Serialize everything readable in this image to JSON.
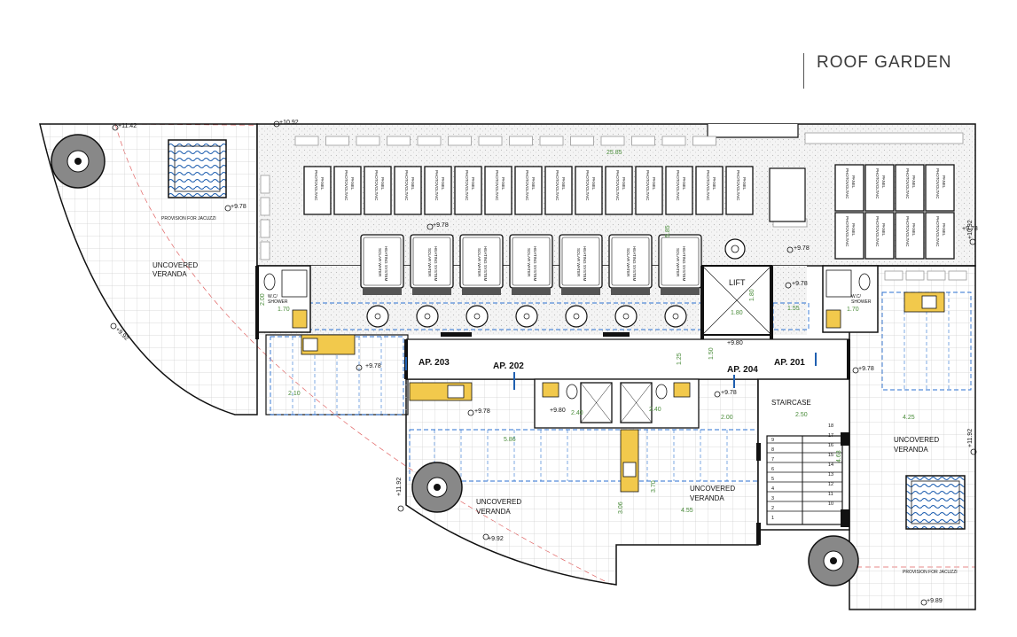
{
  "title": "ROOF GARDEN",
  "levels": {
    "l1": "+11.42",
    "l2": "+10.92",
    "l3": "+9.78",
    "l4": "+9.78",
    "l5": "+9.78",
    "l6": "+9.78",
    "l7": "+9.78",
    "l8": "+9.78",
    "l9": "+9.78",
    "l10": "+9.78",
    "l11": "+9.80",
    "l12": "+9.80",
    "l13": "+9.78",
    "l14": "+9.92",
    "l15": "+10.92",
    "l16": "+11.92",
    "l17": "+11.92",
    "l18": "+9.89",
    "l19": "+9.92",
    "l20": "+9.78"
  },
  "rooms": {
    "uv_left": [
      "UNCOVERED",
      "VERANDA"
    ],
    "uv_mid_left": [
      "UNCOVERED",
      "VERANDA"
    ],
    "uv_mid_right": [
      "UNCOVERED",
      "VERANDA"
    ],
    "uv_right": [
      "UNCOVERED",
      "VERANDA"
    ],
    "lift": "LIFT",
    "staircase": "STAIRCASE",
    "ap203": "AP. 203",
    "ap202": "AP. 202",
    "ap204": "AP. 204",
    "ap201": "AP. 201",
    "wc": "W.C/",
    "shower": "SHOWER",
    "jacuzzi": "PROVISION FOR JACUZZI",
    "pv": [
      "PHOTOVOLTAIC",
      "PANEL"
    ],
    "sw": [
      "SOLAR WATER",
      "HEATING SYSTEM"
    ]
  },
  "dims": {
    "d1": "25.85",
    "d2": "5.85",
    "d3": "1.80",
    "d4": "1.80",
    "d5": "1.55",
    "d6": "1.70",
    "d7": "1.70",
    "d8": "2.00",
    "d9": "1.25",
    "d10": "1.50",
    "d11": "2.10",
    "d12": "2.40",
    "d13": "2.40",
    "d14": "2.00",
    "d15": "2.50",
    "d16": "5.86",
    "d17": "3.70",
    "d18": "4.55",
    "d19": "4.25",
    "d20": "4.63",
    "d21": "3.06"
  },
  "stairs": [
    "1",
    "2",
    "3",
    "4",
    "5",
    "6",
    "7",
    "8",
    "9",
    "10",
    "11",
    "12",
    "13",
    "14",
    "15",
    "16",
    "17",
    "18"
  ],
  "colors": {
    "grid": "#cfcfcf",
    "dashed_blue": "#2a6fd0",
    "dim_green": "#4a8c3a",
    "sink": "#f2c94c",
    "wall": "#111111",
    "water": "#1f5fb0",
    "boundary": "#e06060"
  }
}
